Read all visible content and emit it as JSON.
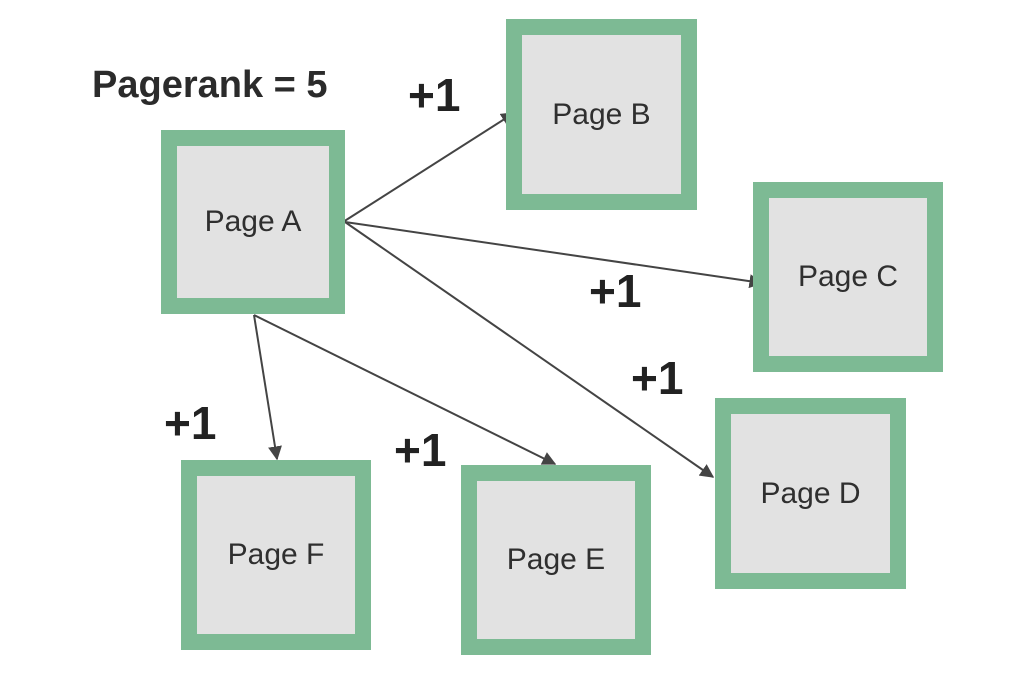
{
  "title": "Pagerank = 5",
  "nodes": {
    "a": "Page A",
    "b": "Page B",
    "c": "Page C",
    "d": "Page D",
    "e": "Page E",
    "f": "Page F"
  },
  "edge_labels": {
    "b": "+1",
    "c": "+1",
    "d": "+1",
    "e": "+1",
    "f": "+1"
  },
  "colors": {
    "node_border": "#7dba94",
    "node_fill": "#e2e2e2",
    "arrow": "#444444",
    "text": "#2b2b2b"
  }
}
